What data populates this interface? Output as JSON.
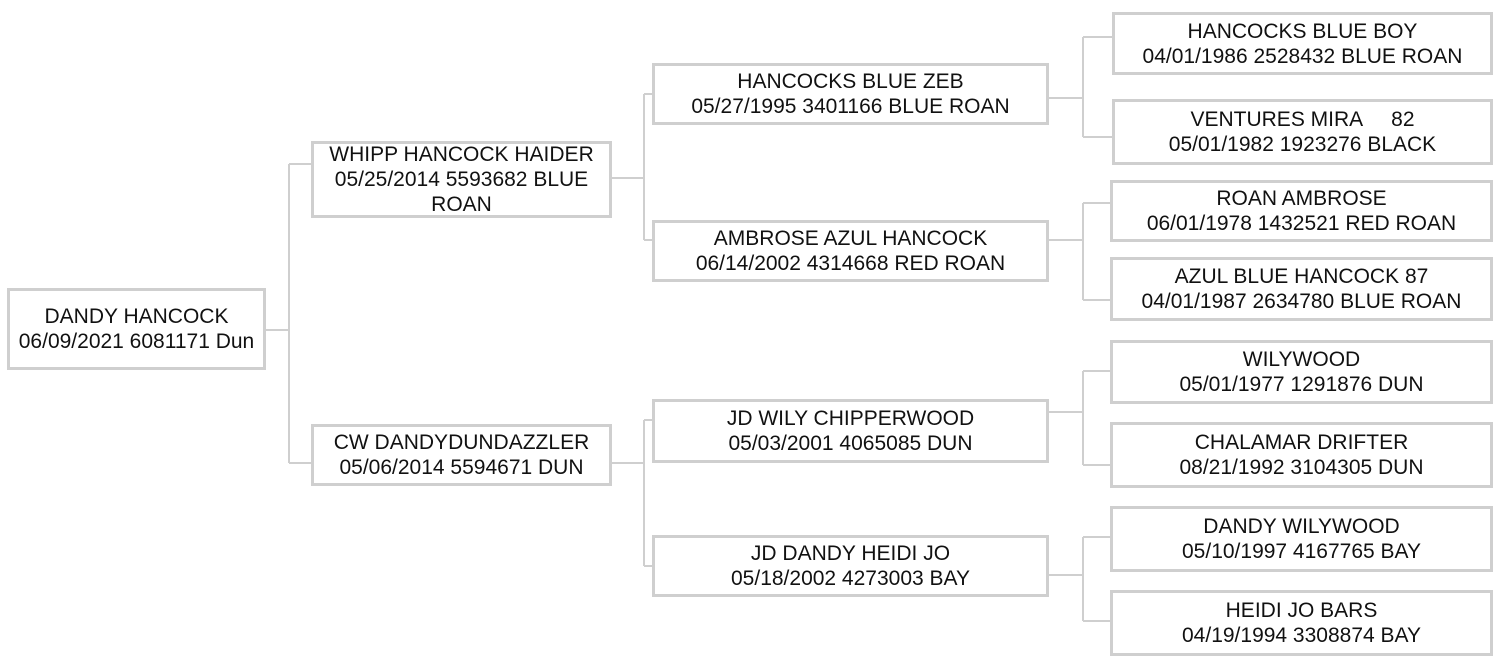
{
  "pedigree": {
    "subject": {
      "name": "DANDY HANCOCK",
      "details": "06/09/2021 6081171 Dun"
    },
    "sire": {
      "name": "WHIPP HANCOCK HAIDER",
      "details": "05/25/2014 5593682 BLUE ROAN"
    },
    "dam": {
      "name": "CW DANDYDUNDAZZLER",
      "details": "05/06/2014 5594671 DUN"
    },
    "sire_sire": {
      "name": "HANCOCKS BLUE ZEB",
      "details": "05/27/1995 3401166 BLUE ROAN"
    },
    "sire_dam": {
      "name": "AMBROSE AZUL HANCOCK",
      "details": "06/14/2002 4314668 RED ROAN"
    },
    "dam_sire": {
      "name": "JD WILY CHIPPERWOOD",
      "details": "05/03/2001 4065085 DUN"
    },
    "dam_dam": {
      "name": "JD DANDY HEIDI JO",
      "details": "05/18/2002 4273003 BAY"
    },
    "ss_sire": {
      "name": "HANCOCKS BLUE BOY",
      "details": "04/01/1986 2528432 BLUE ROAN"
    },
    "ss_dam": {
      "name": "VENTURES MIRA     82",
      "details": "05/01/1982 1923276 BLACK"
    },
    "sd_sire": {
      "name": "ROAN AMBROSE",
      "details": "06/01/1978 1432521 RED ROAN"
    },
    "sd_dam": {
      "name": "AZUL BLUE HANCOCK 87",
      "details": "04/01/1987 2634780 BLUE ROAN"
    },
    "ds_sire": {
      "name": "WILYWOOD",
      "details": "05/01/1977 1291876 DUN"
    },
    "ds_dam": {
      "name": "CHALAMAR DRIFTER",
      "details": "08/21/1992 3104305 DUN"
    },
    "dd_sire": {
      "name": "DANDY WILYWOOD",
      "details": "05/10/1997 4167765 BAY"
    },
    "dd_dam": {
      "name": "HEIDI JO BARS",
      "details": "04/19/1994 3308874 BAY"
    }
  }
}
